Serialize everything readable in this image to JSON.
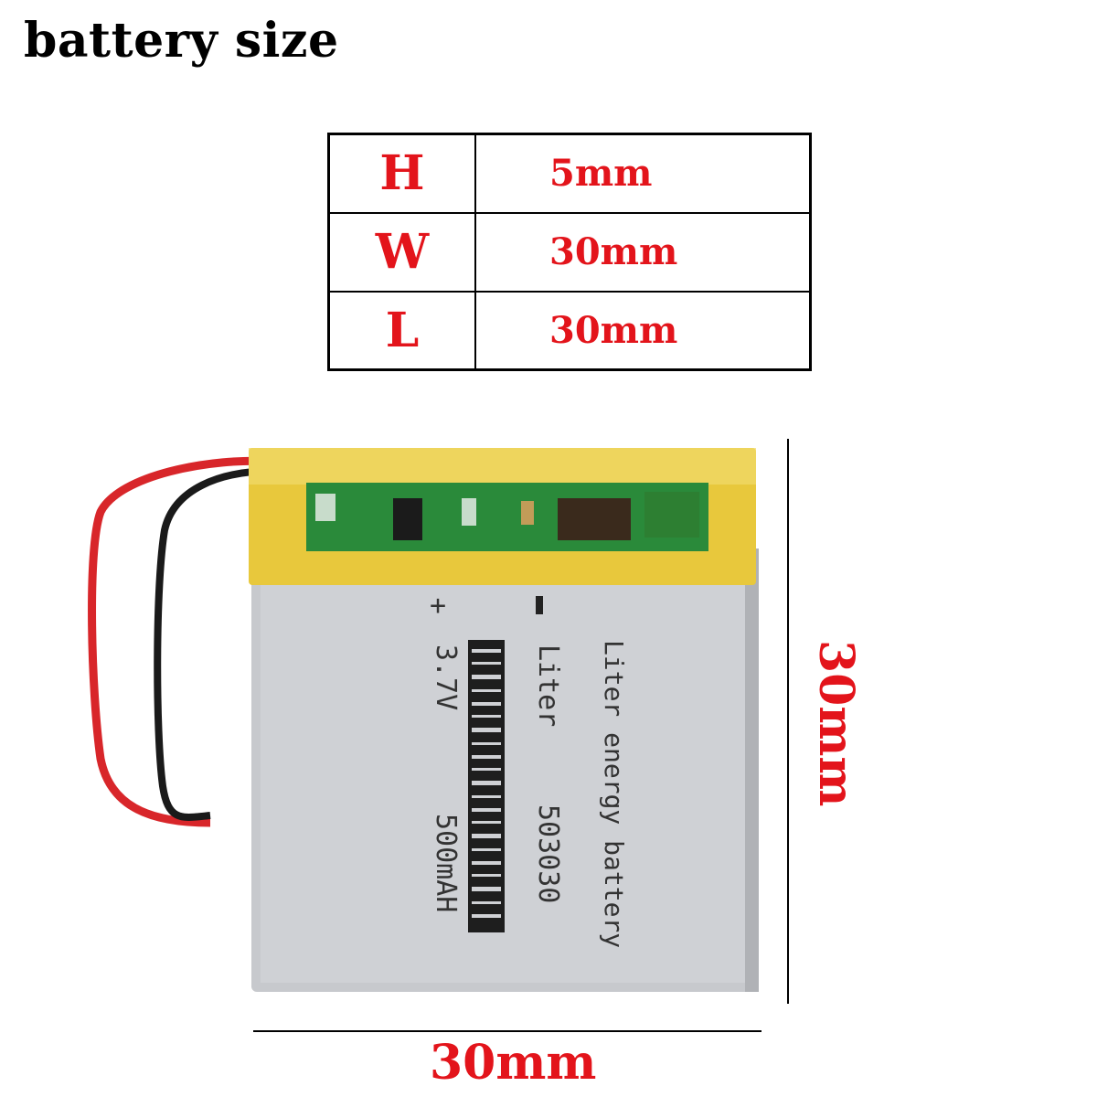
{
  "title": "battery size",
  "dimensions_table": [
    {
      "key": "H",
      "value": "5mm"
    },
    {
      "key": "W",
      "value": "30mm"
    },
    {
      "key": "L",
      "value": "30mm"
    }
  ],
  "width_label": "30mm",
  "height_label": "30mm",
  "battery_label": {
    "plus": "+",
    "minus": "-",
    "voltage": "3.7V",
    "capacity": "500mAH",
    "brand": "Liter",
    "model": "503030",
    "line": "Liter energy battery"
  },
  "colors": {
    "accent": "#e3141b",
    "tape": "#e8c83c",
    "cell": "#c4c6ca",
    "pcb": "#2a8a3a"
  }
}
